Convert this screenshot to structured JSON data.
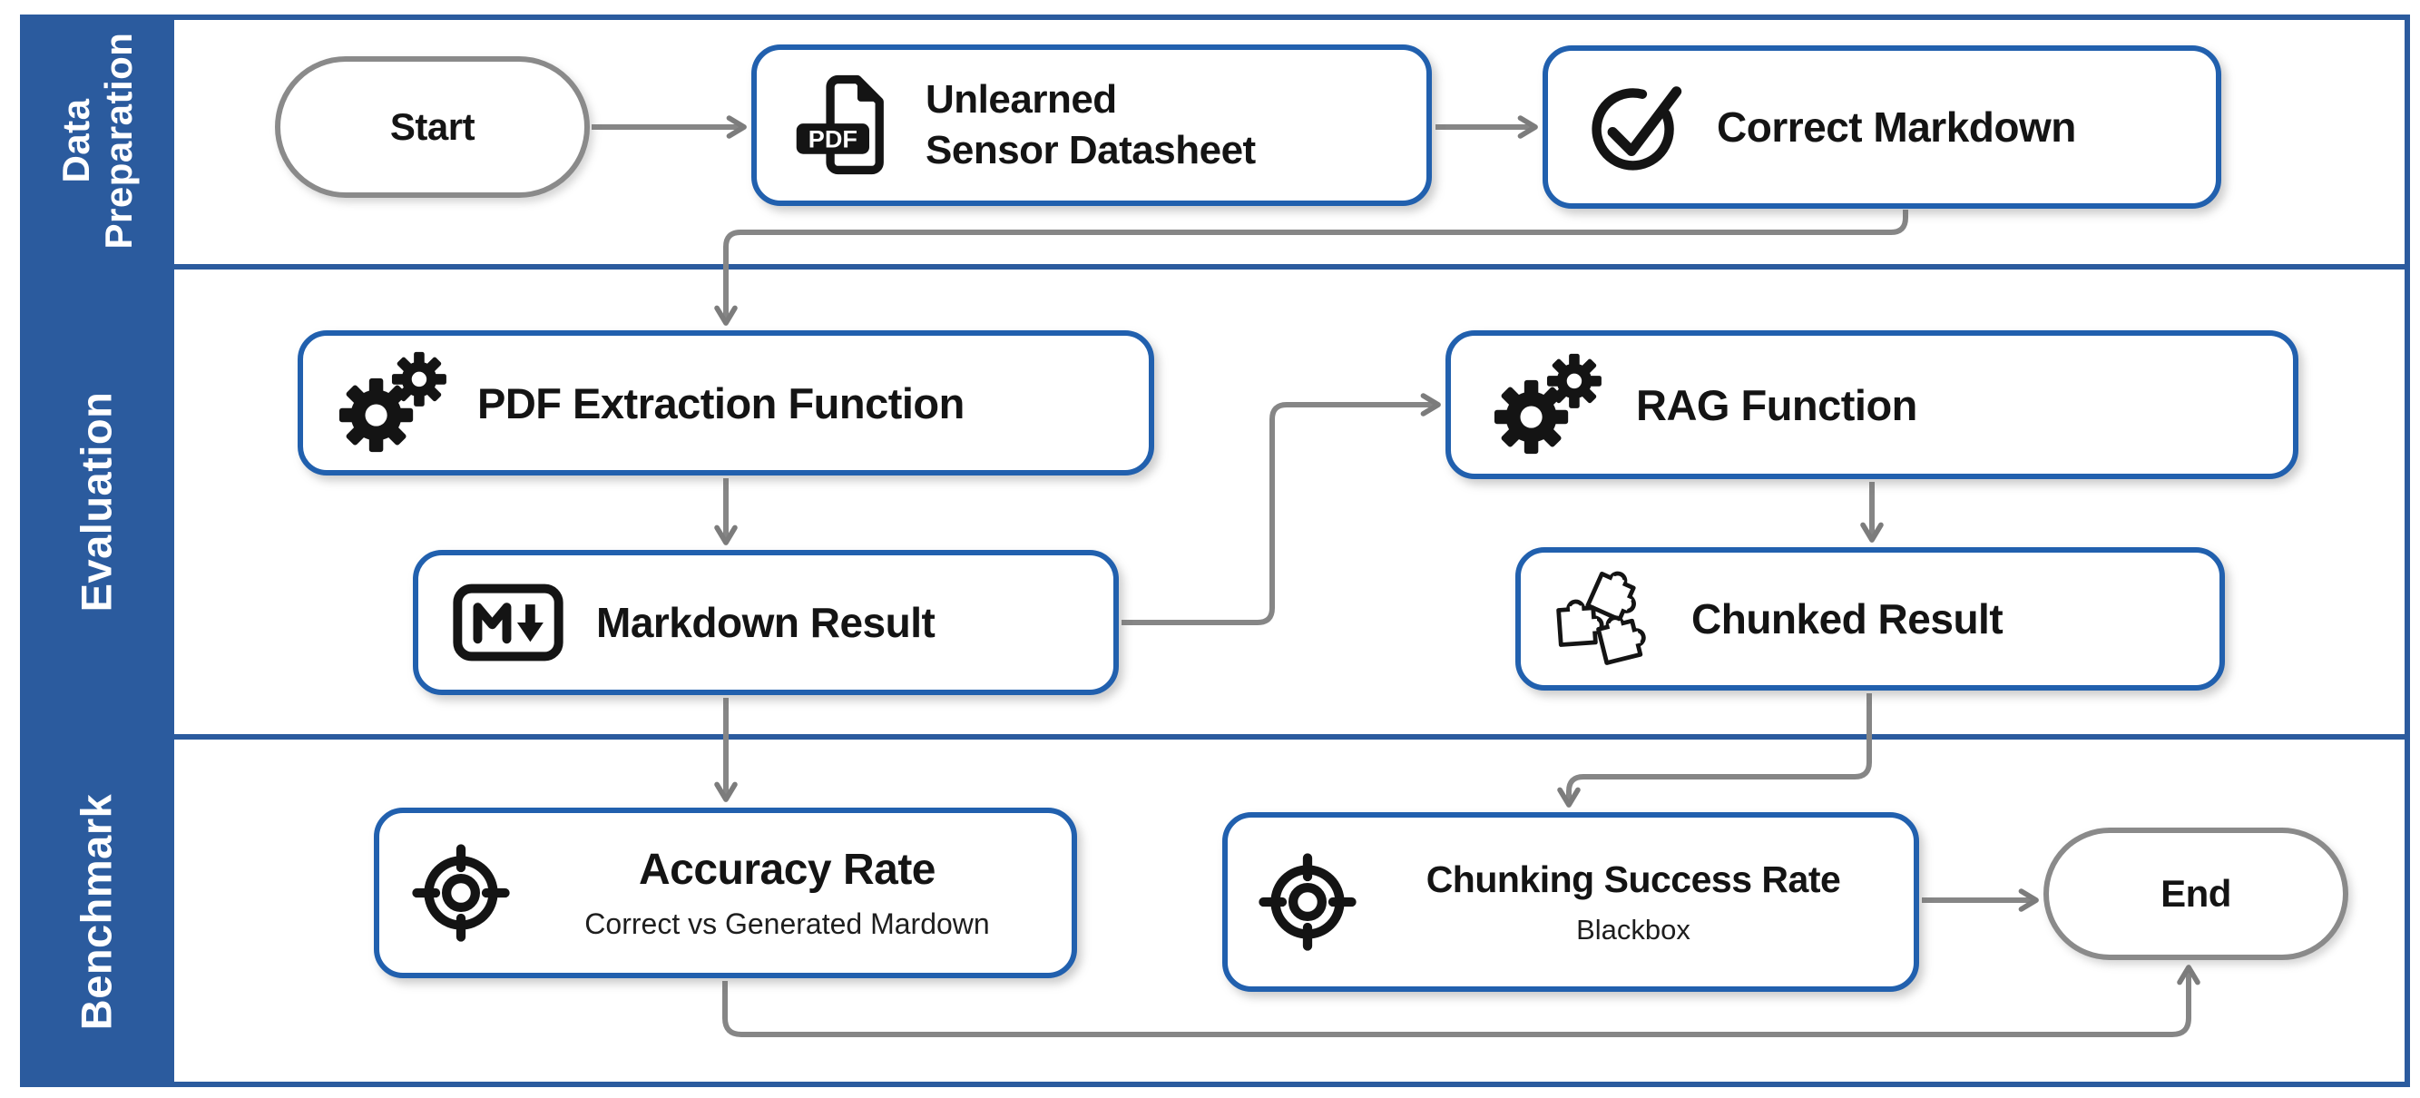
{
  "colors": {
    "lane_blue": "#2b5b9e",
    "node_border_blue": "#2160ae",
    "connector_gray": "#868686",
    "terminal_border_gray": "#8a8a8a",
    "icon_black": "#141414",
    "text_black": "#141414",
    "background": "#ffffff"
  },
  "lanes": [
    {
      "line1": "Data",
      "line2": "Preparation"
    },
    {
      "line1": "Evaluation"
    },
    {
      "line1": "Benchmark"
    }
  ],
  "nodes": {
    "start": {
      "label": "Start"
    },
    "unlearned": {
      "line1": "Unlearned",
      "line2": "Sensor Datasheet",
      "icon": "pdf-file-icon"
    },
    "correct_markdown": {
      "title": "Correct Markdown",
      "icon": "check-circle-icon"
    },
    "pdf_extraction": {
      "title": "PDF Extraction Function",
      "icon": "gears-icon"
    },
    "rag": {
      "title": "RAG Function",
      "icon": "gears-icon"
    },
    "markdown_result": {
      "title": "Markdown Result",
      "icon": "markdown-icon"
    },
    "chunked_result": {
      "title": "Chunked Result",
      "icon": "puzzle-pieces-icon"
    },
    "accuracy": {
      "title": "Accuracy Rate",
      "subtitle": "Correct vs Generated Mardown",
      "icon": "target-icon"
    },
    "chunking_success": {
      "title": "Chunking Success Rate",
      "subtitle": "Blackbox",
      "icon": "target-icon"
    },
    "end": {
      "label": "End"
    }
  },
  "icons": {
    "pdf_label": "PDF"
  },
  "edges": [
    {
      "from": "start",
      "to": "unlearned"
    },
    {
      "from": "unlearned",
      "to": "correct_markdown"
    },
    {
      "from": "correct_markdown",
      "to": "pdf_extraction"
    },
    {
      "from": "pdf_extraction",
      "to": "markdown_result"
    },
    {
      "from": "markdown_result",
      "to": "rag"
    },
    {
      "from": "rag",
      "to": "chunked_result"
    },
    {
      "from": "chunked_result",
      "to": "chunking_success"
    },
    {
      "from": "markdown_result",
      "to": "accuracy"
    },
    {
      "from": "chunking_success",
      "to": "end"
    },
    {
      "from": "accuracy",
      "to": "end"
    }
  ]
}
